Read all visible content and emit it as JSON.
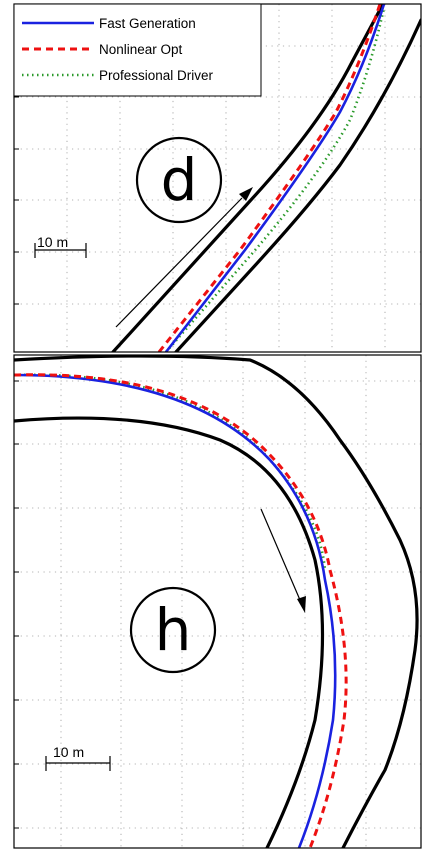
{
  "legend": {
    "items": [
      {
        "label": "Fast Generation",
        "color": "#1a22e0",
        "style": "solid"
      },
      {
        "label": "Nonlinear Opt",
        "color": "#ee1111",
        "style": "dashed"
      },
      {
        "label": "Professional Driver",
        "color": "#2a9a2a",
        "style": "dotted"
      }
    ]
  },
  "panels": [
    {
      "id": "top",
      "marker": "d",
      "scale_label": "10 m"
    },
    {
      "id": "bottom",
      "marker": "h",
      "scale_label": "10 m"
    }
  ],
  "grid": true
}
